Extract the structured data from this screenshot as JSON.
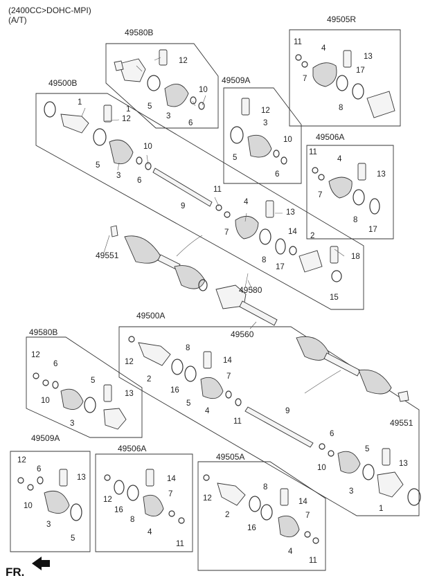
{
  "header": {
    "line1": "(2400CC>DOHC-MPI)",
    "line2": "(A/T)"
  },
  "direction": {
    "label": "FR."
  },
  "groups": {
    "g49580B_top": "49580B",
    "g49505R": "49505R",
    "g49500B": "49500B",
    "g49509A_top": "49509A",
    "g49506A_top": "49506A",
    "g49500A": "49500A",
    "g49580B_bot": "49580B",
    "g49509A_bot": "49509A",
    "g49506A_bot": "49506A",
    "g49505A_bot": "49505A"
  },
  "parts": {
    "p49551_l": "49551",
    "p49580": "49580",
    "p49560": "49560",
    "p49551_r": "49551"
  },
  "callouts": [
    "12",
    "1",
    "5",
    "3",
    "10",
    "6",
    "11",
    "4",
    "13",
    "7",
    "17",
    "8",
    "1",
    "12",
    "5",
    "3",
    "10",
    "6",
    "9",
    "11",
    "4",
    "13",
    "7",
    "14",
    "2",
    "18",
    "8",
    "17",
    "15",
    "12",
    "5",
    "3",
    "10",
    "6",
    "11",
    "4",
    "13",
    "7",
    "8",
    "17",
    "12",
    "2",
    "16",
    "8",
    "14",
    "5",
    "7",
    "4",
    "11",
    "9",
    "12",
    "6",
    "10",
    "5",
    "13",
    "3",
    "1",
    "6",
    "10",
    "5",
    "13",
    "3",
    "12",
    "6",
    "10",
    "13",
    "3",
    "5",
    "12",
    "16",
    "8",
    "14",
    "7",
    "4",
    "11",
    "12",
    "2",
    "8",
    "14",
    "16",
    "7",
    "4",
    "11"
  ],
  "colors": {
    "line": "#333333",
    "part_fill": "#f4f4f4",
    "shade": "#d8d8d8"
  }
}
